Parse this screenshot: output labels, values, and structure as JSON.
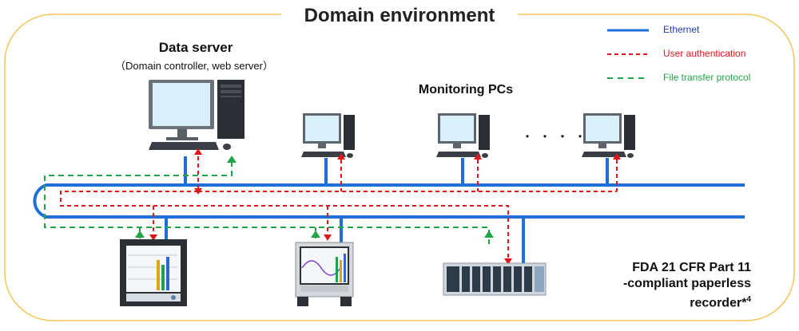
{
  "title": "Domain environment",
  "data_server": {
    "title": "Data server",
    "subtitle": "（Domain controller, web server）"
  },
  "monitoring": {
    "title": "Monitoring PCs",
    "ellipsis": "・・・・"
  },
  "legend": {
    "ethernet": "Ethernet",
    "user_auth": "User authentication",
    "file_transfer": "File transfer protocol"
  },
  "recorder": {
    "line1": "FDA 21 CFR Part 11",
    "line2": "-compliant paperless",
    "line3": "recorder*",
    "footnote": "4"
  },
  "colors": {
    "ethernet": "#1e6fd9",
    "user_auth": "#e0161c",
    "file_transfer": "#22a548",
    "domain_border": "#f2c75c",
    "legend_ethernet_text": "#1f3fb0",
    "legend_user_text": "#e0161c",
    "legend_file_text": "#22a548"
  }
}
